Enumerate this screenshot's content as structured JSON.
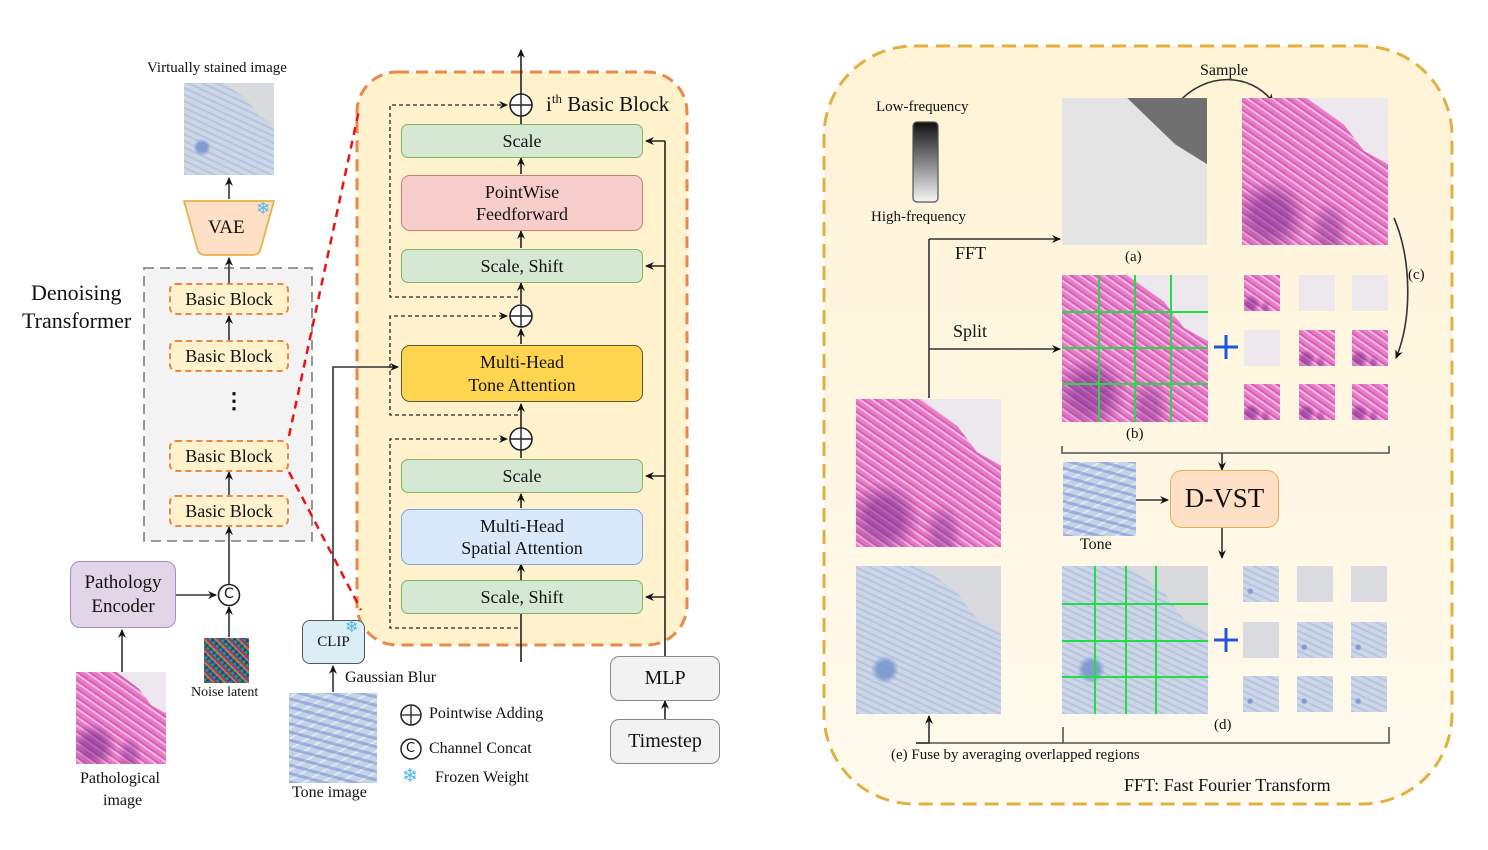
{
  "left_panel": {
    "virtually_stained_label": "Virtually stained image",
    "vae_label": "VAE",
    "denoising_transformer_label_line1": "Denoising",
    "denoising_transformer_label_line2": "Transformer",
    "basic_blocks": [
      "Basic Block",
      "Basic Block",
      "Basic Block",
      "Basic Block"
    ],
    "ellipsis": "⋮",
    "concat_symbol": "C",
    "pathology_encoder_line1": "Pathology",
    "pathology_encoder_line2": "Encoder",
    "noise_latent_label": "Noise latent",
    "pathological_image_label_line1": "Pathological",
    "pathological_image_label_line2": "image"
  },
  "basic_block_detail": {
    "title_prefix": "i",
    "title_superscript": "th",
    "title_suffix": " Basic Block",
    "blocks": {
      "scale_top": "Scale",
      "ffn_line1": "PointWise",
      "ffn_line2": "Feedforward",
      "scale_shift_top": "Scale, Shift",
      "tone_attn_line1": "Multi-Head",
      "tone_attn_line2": "Tone Attention",
      "scale_bottom": "Scale",
      "spatial_attn_line1": "Multi-Head",
      "spatial_attn_line2": "Spatial Attention",
      "scale_shift_bottom": "Scale, Shift"
    },
    "clip_label": "CLIP",
    "gaussian_blur_label": "Gaussian Blur",
    "tone_image_label": "Tone image",
    "mlp_label": "MLP",
    "timestep_label": "Timestep"
  },
  "legend": {
    "items": [
      {
        "icon": "circle-plus-icon",
        "label": "Pointwise Adding"
      },
      {
        "icon": "circle-c-icon",
        "label": "Channel Concat"
      },
      {
        "icon": "snowflake-icon",
        "label": "Frozen Weight"
      }
    ]
  },
  "right_panel": {
    "low_freq_label": "Low-frequency",
    "high_freq_label": "High-frequency",
    "sample_label": "Sample",
    "fft_label": "FFT",
    "split_label": "Split",
    "caption_a": "(a)",
    "caption_b": "(b)",
    "caption_c": "(c)",
    "caption_d": "(d)",
    "caption_e": "(e) Fuse by averaging overlapped regions",
    "tone_label": "Tone",
    "dvst_label": "D-VST",
    "plus_symbol": "+",
    "footnote": "FFT: Fast Fourier Transform"
  },
  "colors": {
    "detail_panel_fill": "#fff2cc",
    "detail_panel_border": "#e8894a",
    "right_panel_border": "#e0b040",
    "zoom_line": "#ee1111",
    "grid_line": "#22dd44",
    "plus_color": "#2255dd",
    "snowflake": "#4fb7ee"
  }
}
